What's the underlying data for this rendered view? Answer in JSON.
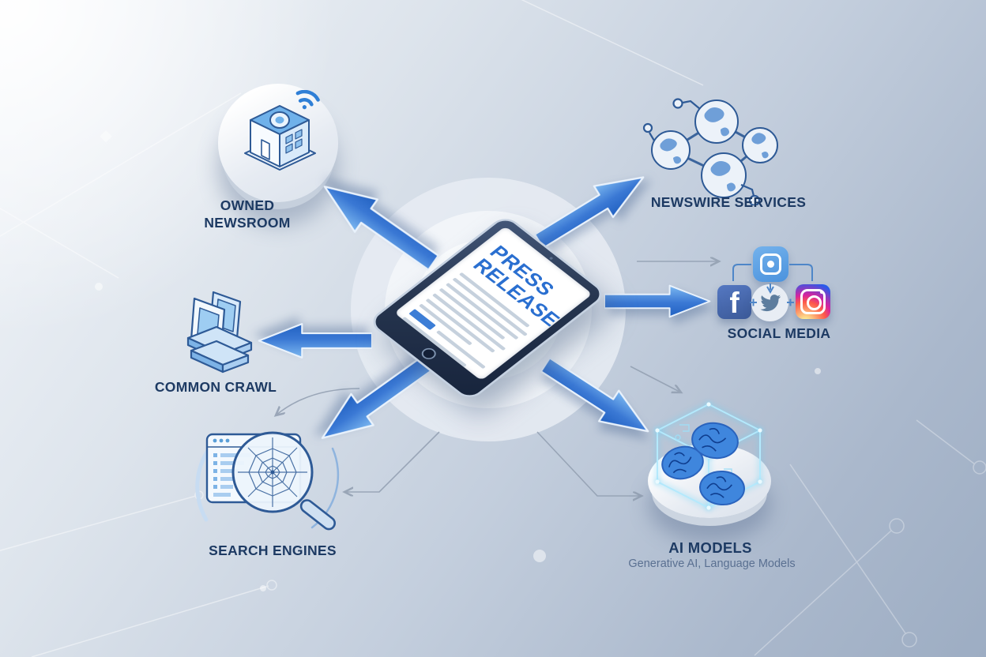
{
  "diagram": {
    "center": {
      "device": "tablet",
      "label": "PRESS RELEASE"
    },
    "nodes": {
      "owned_newsroom": {
        "label": "OWNED NEWSROOM"
      },
      "newswire_services": {
        "label": "NEWSWIRE SERVICES"
      },
      "common_crawl": {
        "label": "COMMON CRAWL"
      },
      "social_media": {
        "label": "SOCIAL MEDIA",
        "platforms": [
          "camera-share-icon",
          "facebook-icon",
          "twitter-icon",
          "instagram-icon"
        ]
      },
      "search_engines": {
        "label": "SEARCH ENGINES"
      },
      "ai_models": {
        "label": "AI MODELS",
        "sublabel": "Generative AI, Language Models"
      }
    },
    "icons": {
      "facebook_glyph": "f"
    },
    "colors": {
      "background_light": "#f3f6fa",
      "background_dark": "#9dadc3",
      "arrow_light": "#7cb8f0",
      "arrow_dark": "#2161c1",
      "label_navy": "#1d3a63",
      "sublabel_slate": "#5a7091",
      "icon_outline": "#2e5a96",
      "icon_fill": "#cfe4f7",
      "facebook_blue": "#3b5998",
      "twitter_gray_blue": "#5d7d9e",
      "press_release_blue": "#2a6fd0",
      "ai_glow_cyan": "#8fdcfa"
    }
  }
}
